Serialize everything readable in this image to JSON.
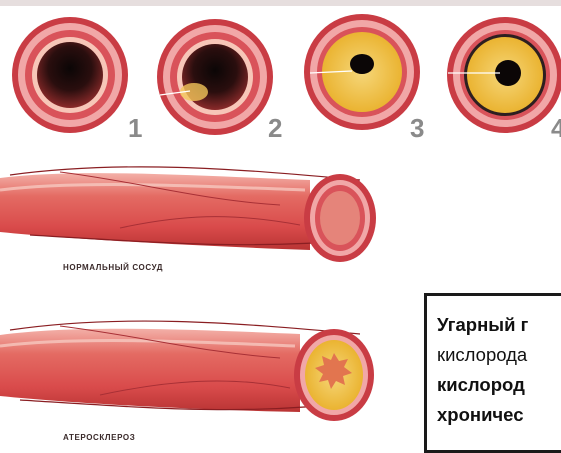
{
  "stages": [
    "1",
    "2",
    "3",
    "4"
  ],
  "labels": {
    "normal": "НОРМАЛЬНЫЙ СОСУД",
    "athero": "АТЕРОСКЛЕРОЗ"
  },
  "textbox": {
    "lines": [
      "Угарный г",
      "кислорода",
      "кислород",
      "хроничес"
    ]
  },
  "colors": {
    "vessel_red": "#d94b4b",
    "vessel_pink": "#f1a7a7",
    "plaque_yellow": "#f4c23c",
    "lumen_dark": "#1a0c0c"
  }
}
